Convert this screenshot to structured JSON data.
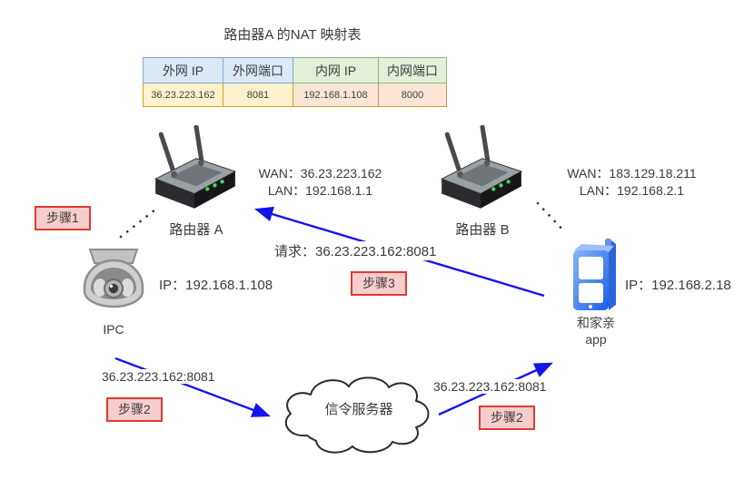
{
  "title": "路由器A 的NAT 映射表",
  "nat_table": {
    "headers": [
      "外网 IP",
      "外网端口",
      "内网 IP",
      "内网端口"
    ],
    "row": [
      "36.23.223.162",
      "8081",
      "192.168.1.108",
      "8000"
    ]
  },
  "devices": {
    "router_a": {
      "name": "路由器 A",
      "wan": "WAN：36.23.223.162",
      "lan": "LAN：192.168.1.1"
    },
    "router_b": {
      "name": "路由器 B",
      "wan": "WAN：183.129.18.211",
      "lan": "LAN：192.168.2.1"
    },
    "ipc": {
      "name": "IPC",
      "ip": "IP：192.168.1.108"
    },
    "app": {
      "name_line1": "和家亲",
      "name_line2": "app",
      "ip": "IP：192.168.2.18"
    },
    "signal_server": {
      "name": "信令服务器"
    }
  },
  "steps": {
    "step1": "步骤1",
    "step2_left": "步骤2",
    "step2_right": "步骤2",
    "step3": "步骤3"
  },
  "flows": {
    "request_to_router_a": "请求：36.23.223.162:8081",
    "ipc_to_server_addr": "36.23.223.162:8081",
    "server_to_app_addr": "36.23.223.162:8081"
  },
  "colors": {
    "arrow": "#1414eb",
    "text": "#3f3f3f",
    "step_badge_bg": "#f8cdcd",
    "step_badge_border": "#e03a2f",
    "table_header_blue_bg": "#dbe8f6",
    "table_header_blue_border": "#7fa8d9",
    "table_header_green_bg": "#e2efd9",
    "table_header_green_border": "#90bc70",
    "table_cell_yellow_bg": "#fff2cc",
    "table_cell_yellow_border": "#d5a021",
    "table_cell_peach_bg": "#fbe5d6",
    "table_cell_peach_border": "#e0913f"
  }
}
